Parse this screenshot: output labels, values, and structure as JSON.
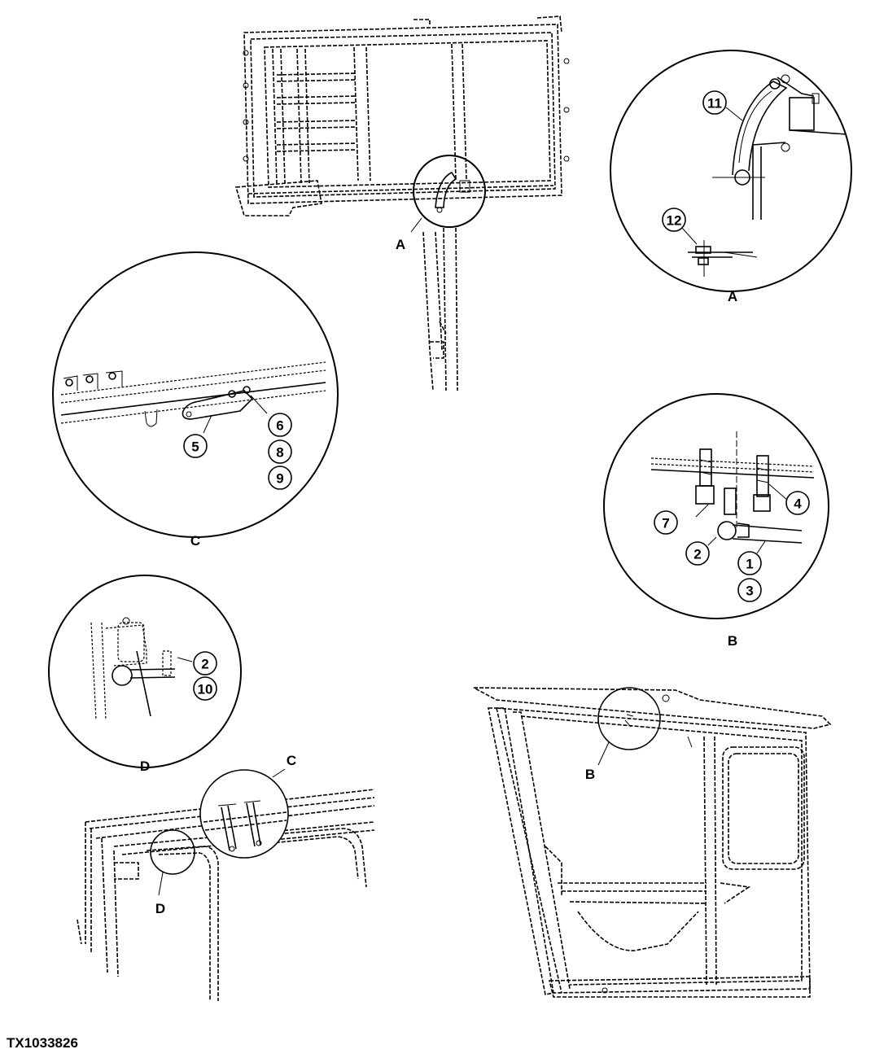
{
  "figure_id": "TX1033826",
  "views": {
    "A": "A",
    "B": "B",
    "C": "C",
    "D": "D"
  },
  "callouts": {
    "c1": "1",
    "c2": "2",
    "c3": "3",
    "c4": "4",
    "c5": "5",
    "c6": "6",
    "c7": "7",
    "c8": "8",
    "c9": "9",
    "c10": "10",
    "c11": "11",
    "c12": "12"
  }
}
